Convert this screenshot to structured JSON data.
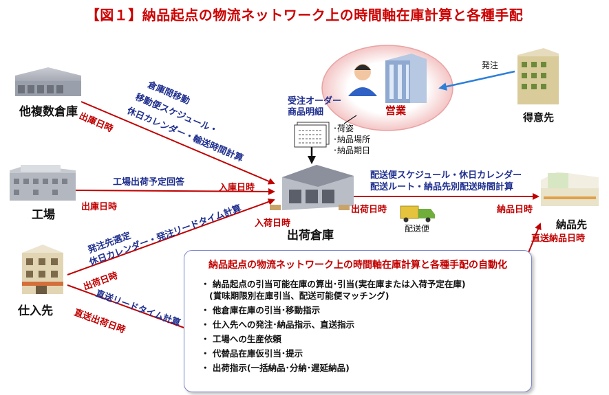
{
  "title": "【図１】納品起点の物流ネットワーク上の時間軸在庫計算と各種手配",
  "nodes": {
    "other_warehouses": "他複数倉庫",
    "factory": "工場",
    "supplier": "仕入先",
    "shipping_warehouse": "出荷倉庫",
    "delivery_dest": "納品先",
    "sales": "営業",
    "customer": "得意先",
    "delivery_truck": "配送便"
  },
  "labels": {
    "order": "発注",
    "order_details_1": "受注オーダー",
    "order_details_2": "商品明細",
    "packing": "･荷姿",
    "delivery_place": "･納品場所",
    "delivery_date": "･納品期日",
    "warehouse_move_1": "倉庫間移動",
    "warehouse_move_2": "移動便スケジュール・",
    "warehouse_move_3": "休日カレンダー・輸送時間計算",
    "shipping_date_other": "出庫日時",
    "arrival_date": "入庫日時",
    "factory_reply": "工場出荷予定回答",
    "factory_ship_date": "出庫日時",
    "supplier_select_1": "発注先選定",
    "supplier_select_2": "休日カレンダー・発注リードタイム計算",
    "receiving_date": "入荷日時",
    "supplier_ship_date": "出荷日時",
    "direct_lead": "直送リードタイム計算",
    "direct_ship_date": "直送出荷日時",
    "delivery_sched_1": "配送便スケジュール・休日カレンダー",
    "delivery_sched_2": "配送ルート・納品先別配送時間計算",
    "ship_date": "出荷日時",
    "delivery_datetime": "納品日時",
    "direct_delivery_date": "直送納品日時"
  },
  "info_box": {
    "title": "納品起点の物流ネットワーク上の時間軸在庫計算と各種手配の自動化",
    "items": [
      "・ 納品起点の引当可能在庫の算出･引当(実在庫または入荷予定在庫)",
      "(賞味期限別在庫引当、配送可能便マッチング)",
      "・ 他倉庫在庫の引当･移動指示",
      "・ 仕入先への発注･納品指示、直送指示",
      "・ 工場への生産依頼",
      "・ 代替品在庫仮引当･提示",
      "・ 出荷指示(一括納品･分納･遅延納品)"
    ]
  },
  "colors": {
    "title": "#cc0000",
    "arrow_red": "#c00000",
    "arrow_blue": "#1f4fd0",
    "label_blue": "#1f2f8f"
  }
}
